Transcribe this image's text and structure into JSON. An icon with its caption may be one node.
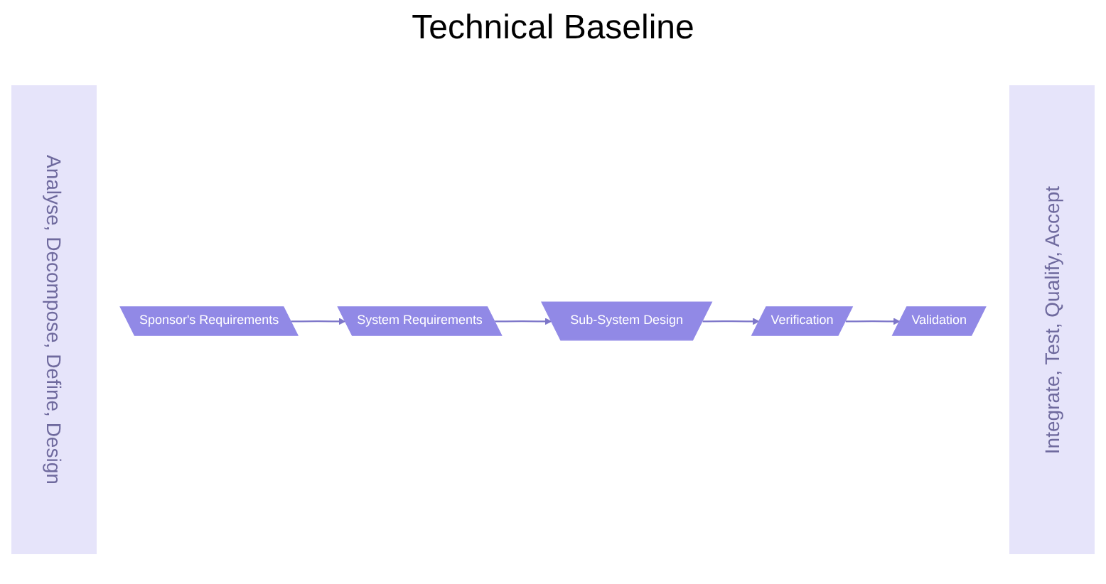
{
  "diagram": {
    "title": "Technical Baseline",
    "nodes": [
      {
        "text": [
          "Sponsor's Requirements"
        ]
      },
      {
        "text": [
          "System Requirements"
        ]
      },
      {
        "text": [
          "Sub-System Design"
        ]
      },
      {
        "text": [
          "Verification"
        ]
      },
      {
        "text": [
          "Validation"
        ]
      }
    ],
    "edges": [
      {
        "from": 0,
        "to": 1,
        "arrow": "to"
      },
      {
        "from": 1,
        "to": 2,
        "arrow": "to"
      },
      {
        "from": 2,
        "to": 3,
        "arrow": "to"
      },
      {
        "from": 3,
        "to": 4,
        "arrow": "to"
      }
    ],
    "labels": [
      "Analyse, Decompose, Define, Design",
      "Integrate, Test, Qualify, Accept"
    ]
  }
}
